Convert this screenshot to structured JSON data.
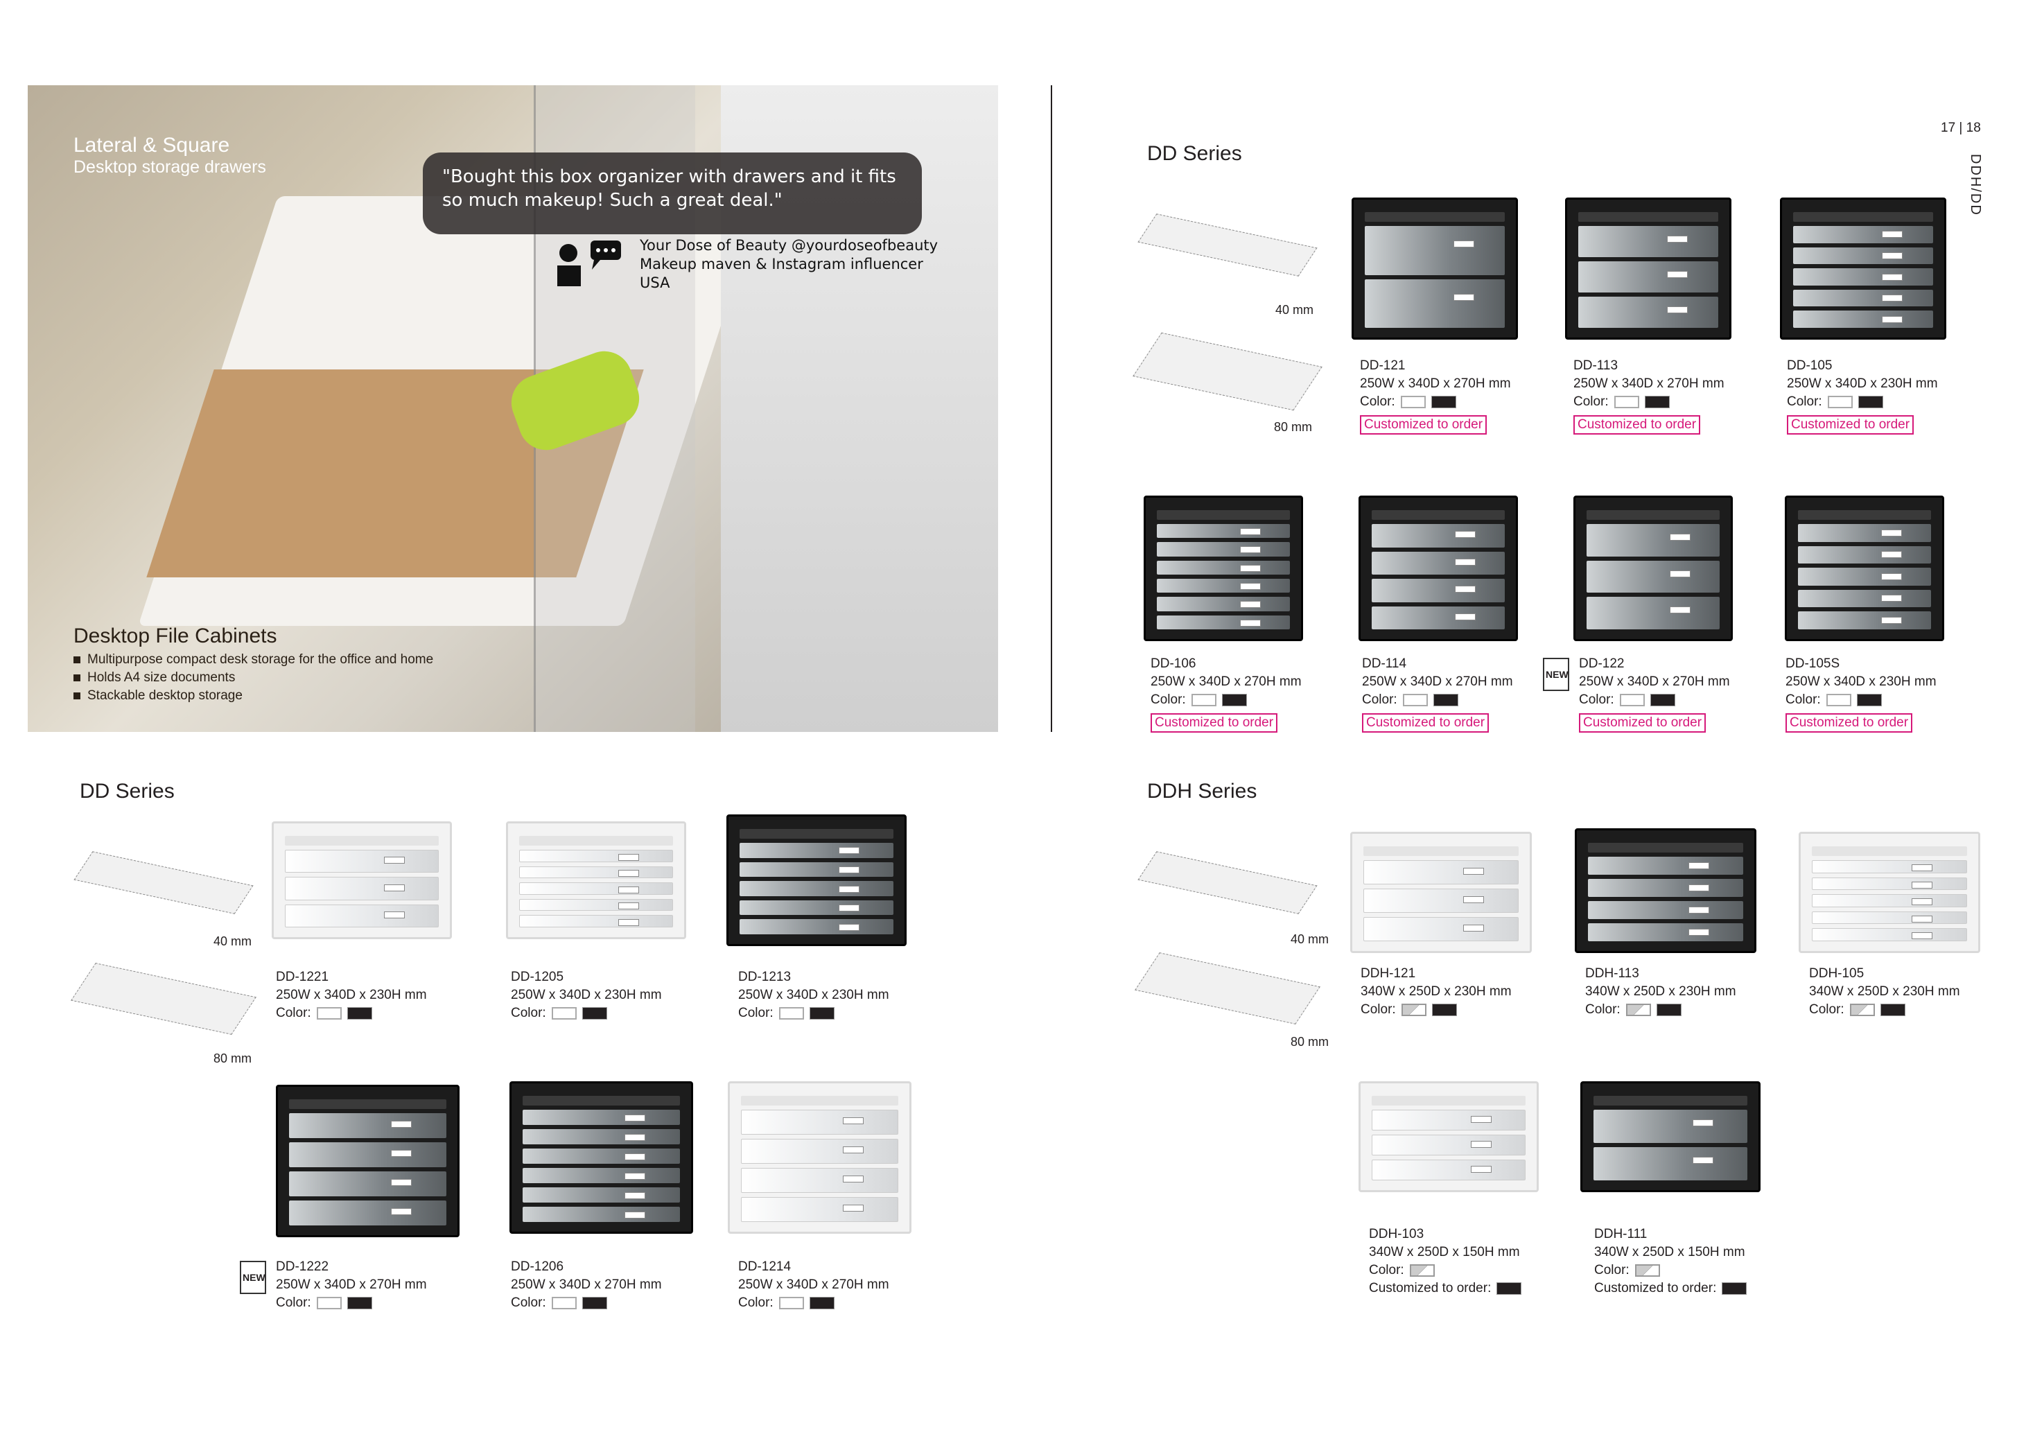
{
  "photo": {
    "heading": "Lateral & Square",
    "subheading": "Desktop storage drawers",
    "quote": "\"Bought this box organizer with drawers and it fits so much makeup! Such a great deal.\"",
    "attribution": [
      "Your Dose of Beauty @yourdoseofbeauty",
      "Makeup maven & Instagram influencer",
      "USA"
    ],
    "product_heading": "Desktop File Cabinets",
    "bullets": [
      "Multipurpose compact desk storage for the office and home",
      "Holds A4 size documents",
      "Stackable desktop storage"
    ]
  },
  "page_numbers": "17 | 18",
  "vertical_label": "DDH/DD",
  "colors": {
    "accent": "#d6197a",
    "black": "#231f20"
  },
  "sections": [
    {
      "title": "DD Series",
      "tray_labels": [
        "40 mm",
        "80 mm"
      ],
      "products": [
        {
          "model": "DD-121",
          "size": "250W x 340D x 270H mm",
          "color_label": "Color:",
          "swatches": [
            "white",
            "black"
          ],
          "custom": "Customized to order",
          "frame": "black",
          "drawers": 2
        },
        {
          "model": "DD-113",
          "size": "250W x 340D x 270H mm",
          "color_label": "Color:",
          "swatches": [
            "white",
            "black"
          ],
          "custom": "Customized to order",
          "frame": "black",
          "drawers": 3
        },
        {
          "model": "DD-105",
          "size": "250W x 340D x 230H mm",
          "color_label": "Color:",
          "swatches": [
            "white",
            "black"
          ],
          "custom": "Customized to order",
          "frame": "black",
          "drawers": 5
        },
        {
          "model": "DD-106",
          "size": "250W x 340D x 270H mm",
          "color_label": "Color:",
          "swatches": [
            "white",
            "black"
          ],
          "custom": "Customized to order",
          "frame": "black",
          "drawers": 6
        },
        {
          "model": "DD-114",
          "size": "250W x 340D x 270H mm",
          "color_label": "Color:",
          "swatches": [
            "white",
            "black"
          ],
          "custom": "Customized to order",
          "frame": "black",
          "drawers": 4
        },
        {
          "model": "DD-122",
          "size": "250W x 340D x 270H mm",
          "color_label": "Color:",
          "swatches": [
            "white",
            "black"
          ],
          "custom": "Customized to order",
          "frame": "black",
          "drawers": 3,
          "badge": "NEW"
        },
        {
          "model": "DD-105S",
          "size": "250W x 340D x 230H mm",
          "color_label": "Color:",
          "swatches": [
            "white",
            "black"
          ],
          "custom": "Customized to order",
          "frame": "black",
          "drawers": 5
        }
      ]
    },
    {
      "title": "DD Series",
      "tray_labels": [
        "40 mm",
        "80 mm"
      ],
      "products": [
        {
          "model": "DD-1221",
          "size": "250W x 340D x 230H mm",
          "color_label": "Color:",
          "swatches": [
            "white",
            "black"
          ],
          "frame": "white",
          "drawers": 3
        },
        {
          "model": "DD-1205",
          "size": "250W x 340D x 230H mm",
          "color_label": "Color:",
          "swatches": [
            "white",
            "black"
          ],
          "frame": "white",
          "drawers": 5
        },
        {
          "model": "DD-1213",
          "size": "250W x 340D x 230H mm",
          "color_label": "Color:",
          "swatches": [
            "white",
            "black"
          ],
          "frame": "black",
          "drawers": 5
        },
        {
          "model": "DD-1222",
          "size": "250W x 340D x 270H mm",
          "color_label": "Color:",
          "swatches": [
            "white",
            "black"
          ],
          "frame": "black",
          "drawers": 4,
          "badge": "NEW"
        },
        {
          "model": "DD-1206",
          "size": "250W x 340D x 270H mm",
          "color_label": "Color:",
          "swatches": [
            "white",
            "black"
          ],
          "frame": "black",
          "drawers": 6
        },
        {
          "model": "DD-1214",
          "size": "250W x 340D x 270H mm",
          "color_label": "Color:",
          "swatches": [
            "white",
            "black"
          ],
          "frame": "white",
          "drawers": 4
        }
      ]
    },
    {
      "title": "DDH Series",
      "tray_labels": [
        "40 mm",
        "80 mm"
      ],
      "products": [
        {
          "model": "DDH-121",
          "size": "340W x 250D x 230H mm",
          "color_label": "Color:",
          "swatches": [
            "clear",
            "black"
          ],
          "frame": "white",
          "drawers": 3
        },
        {
          "model": "DDH-113",
          "size": "340W x 250D x 230H mm",
          "color_label": "Color:",
          "swatches": [
            "clear",
            "black"
          ],
          "frame": "black",
          "drawers": 4
        },
        {
          "model": "DDH-105",
          "size": "340W x 250D x 230H mm",
          "color_label": "Color:",
          "swatches": [
            "clear",
            "black"
          ],
          "frame": "white",
          "drawers": 5
        },
        {
          "model": "DDH-103",
          "size": "340W x 250D x 150H mm",
          "color_label": "Color:",
          "swatches": [
            "clear"
          ],
          "custom_label": "Customized to order:",
          "custom_swatch": "black",
          "frame": "white",
          "drawers": 3
        },
        {
          "model": "DDH-111",
          "size": "340W x 250D x 150H mm",
          "color_label": "Color:",
          "swatches": [
            "clear"
          ],
          "custom_label": "Customized to order:",
          "custom_swatch": "black",
          "frame": "black",
          "drawers": 2
        }
      ]
    }
  ]
}
